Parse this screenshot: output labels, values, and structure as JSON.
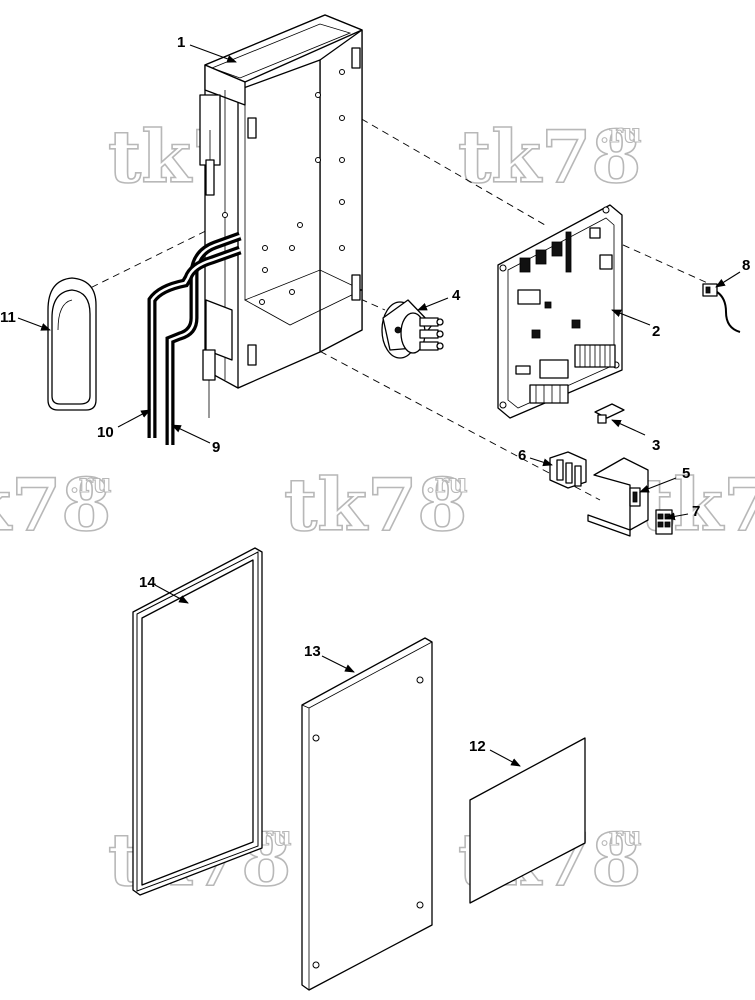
{
  "watermark": {
    "main": "tk78",
    "suffix": ".ru"
  },
  "callouts": [
    "1",
    "2",
    "3",
    "4",
    "5",
    "6",
    "7",
    "8",
    "9",
    "10",
    "11",
    "12",
    "13",
    "14"
  ]
}
